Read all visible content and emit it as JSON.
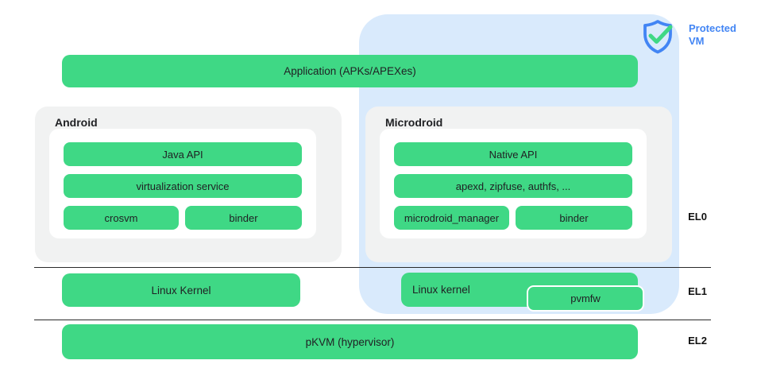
{
  "colors": {
    "green": "#3fd885",
    "blue_bg": "#d9eafc",
    "blue": "#4285f4",
    "gray_box": "#f1f2f2",
    "text": "#202124",
    "line": "#2a2a2a"
  },
  "protected_vm": {
    "label": "Protected VM"
  },
  "app_bar": {
    "label": "Application (APKs/APEXes)"
  },
  "android": {
    "title": "Android",
    "bars": {
      "java_api": "Java API",
      "virt_service": "virtualization service",
      "crosvm": "crosvm",
      "binder": "binder"
    }
  },
  "microdroid": {
    "title": "Microdroid",
    "bars": {
      "native_api": "Native API",
      "apexd": "apexd, zipfuse, authfs, ...",
      "manager": "microdroid_manager",
      "binder": "binder"
    }
  },
  "el1": {
    "linux_kernel_host": "Linux Kernel",
    "linux_kernel_guest": "Linux kernel",
    "pvmfw": "pvmfw"
  },
  "el2": {
    "pkvm": "pKVM (hypervisor)"
  },
  "exception_levels": {
    "el0": "EL0",
    "el1": "EL1",
    "el2": "EL2"
  }
}
